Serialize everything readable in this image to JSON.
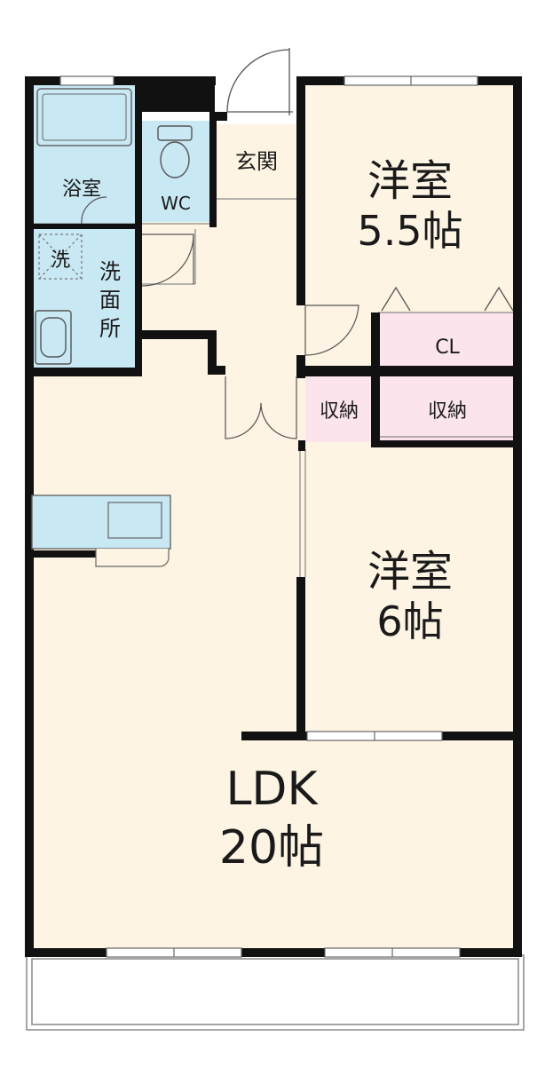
{
  "colors": {
    "floor": "#fdf4e3",
    "wet": "#c8e8f4",
    "storage": "#fbe4ec",
    "wall": "#111111",
    "line": "#777777"
  },
  "rooms": {
    "bath": {
      "label": "浴室"
    },
    "wc": {
      "label": "WC"
    },
    "entrance": {
      "label": "玄関"
    },
    "washer": {
      "label": "洗"
    },
    "washroom": {
      "label_lines": [
        "洗",
        "面",
        "所"
      ]
    },
    "bedroom1": {
      "name": "洋室",
      "size": "5.5帖"
    },
    "closet": {
      "label": "CL"
    },
    "storage1": {
      "label": "収納"
    },
    "storage2": {
      "label": "収納"
    },
    "bedroom2": {
      "name": "洋室",
      "size": "6帖"
    },
    "ldk": {
      "name": "LDK",
      "size": "20帖"
    }
  }
}
